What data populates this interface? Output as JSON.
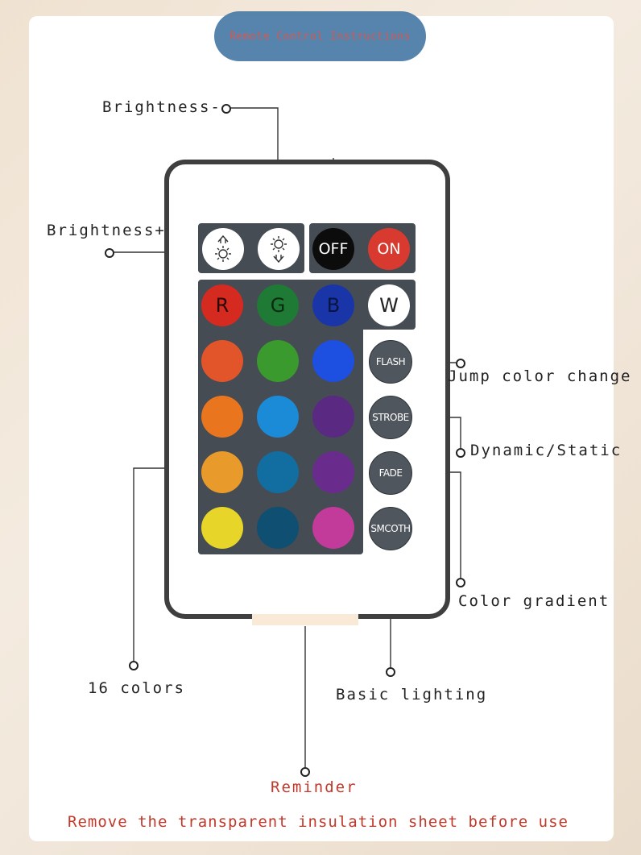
{
  "title": "Remote Control Instructions",
  "buttons": {
    "brightness_up_icon": "brightness-up-icon",
    "brightness_down_icon": "brightness-down-icon",
    "off": "OFF",
    "on": "ON",
    "r": "R",
    "g": "G",
    "b": "B",
    "w": "W",
    "flash": "FLASH",
    "strobe": "STROBE",
    "fade": "FADE",
    "smooth": "SMCOTH"
  },
  "colors": {
    "r": "#d42a20",
    "g": "#1e7a34",
    "b": "#1a35a8",
    "off": "#0c0c0c",
    "on": "#d93a2f",
    "grid": [
      [
        "#e2552a",
        "#3a9a2e",
        "#1d4fe0"
      ],
      [
        "#e9761e",
        "#1b8bd8",
        "#5a2a82"
      ],
      [
        "#e89a2b",
        "#126ea0",
        "#6a2c8c"
      ],
      [
        "#e8d52a",
        "#0e4f72",
        "#c23a9a"
      ]
    ]
  },
  "labels": {
    "brightness_minus": "Brightness-",
    "brightness_plus": "Brightness+",
    "jump_color_change": "Jump color change",
    "dynamic_static": "Dynamic/Static",
    "color_gradient": "Color gradient",
    "sixteen_colors": "16 colors",
    "basic_lighting": "Basic lighting",
    "reminder": "Reminder",
    "remove_sheet": "Remove the transparent insulation sheet before use"
  }
}
